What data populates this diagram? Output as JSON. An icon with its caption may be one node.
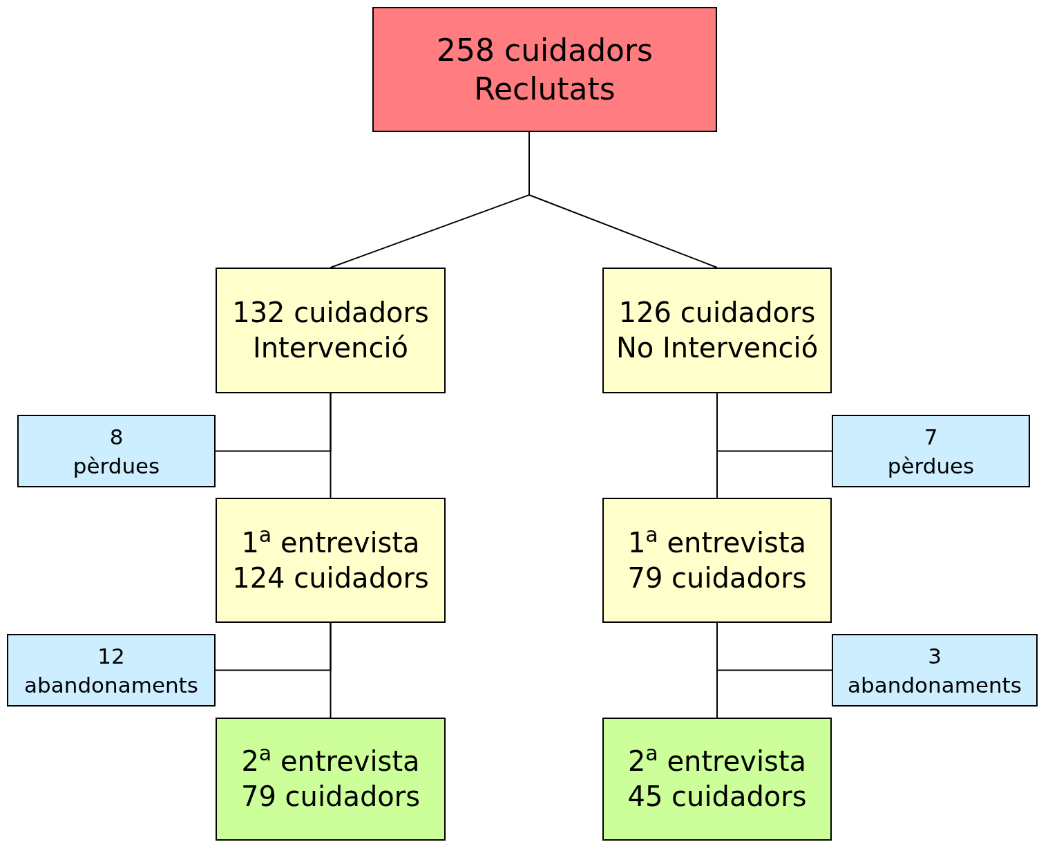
{
  "diagram": {
    "nodes": [
      {
        "text": [
          "258 cuidadors",
          "Reclutats"
        ]
      },
      {
        "text": [
          "132 cuidadors",
          "Intervenció"
        ]
      },
      {
        "text": [
          "126 cuidadors",
          "No Intervenció"
        ]
      },
      {
        "text": [
          "8",
          "pèrdues"
        ]
      },
      {
        "text": [
          "1$^{a}$ entrevista",
          "124 cuidadors"
        ]
      },
      {
        "text": [
          "7",
          "pèrdues"
        ]
      },
      {
        "text": [
          "1$^{a}$ entrevista",
          "79 cuidadors"
        ]
      },
      {
        "text": [
          "12",
          "abandonaments"
        ]
      },
      {
        "text": [
          "2$^{a}$ entrevista",
          "79 cuidadors"
        ]
      },
      {
        "text": [
          "3",
          "abandonaments"
        ]
      },
      {
        "text": [
          "2$^{a}$ entrevista",
          "45 cuidadors"
        ]
      }
    ],
    "edges": [
      {
        "from": 0,
        "to": 1,
        "arrow": "none"
      },
      {
        "from": 0,
        "to": 2,
        "arrow": "none"
      },
      {
        "from": 1,
        "to": 3,
        "arrow": "none"
      },
      {
        "from": 1,
        "to": 4,
        "arrow": "none"
      },
      {
        "from": 2,
        "to": 5,
        "arrow": "none"
      },
      {
        "from": 2,
        "to": 6,
        "arrow": "none"
      },
      {
        "from": 4,
        "to": 7,
        "arrow": "none"
      },
      {
        "from": 4,
        "to": 8,
        "arrow": "none"
      },
      {
        "from": 6,
        "to": 9,
        "arrow": "none"
      },
      {
        "from": 6,
        "to": 10,
        "arrow": "none"
      }
    ]
  }
}
